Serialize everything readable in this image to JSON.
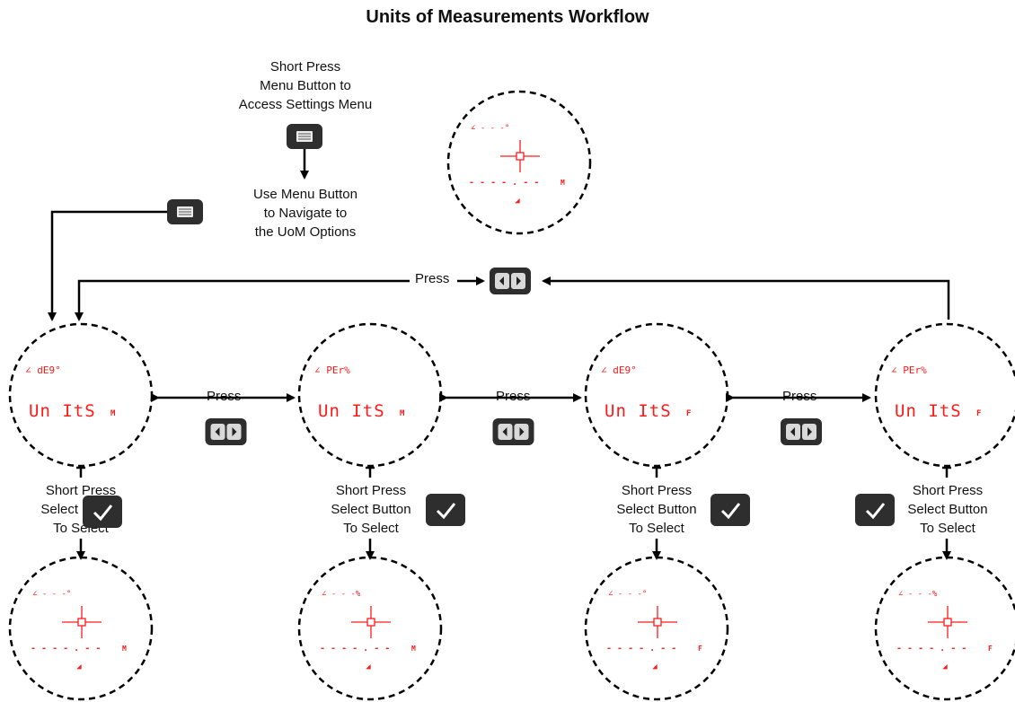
{
  "title": "Units of Measurements Workflow",
  "intro": {
    "step1": [
      "Short Press",
      "Menu Button to",
      "Access Settings Menu"
    ],
    "step2": [
      "Use Menu Button",
      "to Navigate to",
      "the UoM Options"
    ]
  },
  "press_label": "Press",
  "select_label": [
    "Short Press",
    "Select Button",
    "To Select"
  ],
  "colors": {
    "display_red": "#ff1a1a",
    "button_dark": "#2e2e2e",
    "line": "#000000"
  },
  "icons": {
    "menu_button": "menu-button-icon",
    "nav_button": "left-right-button-icon",
    "select_button": "checkmark-button-icon"
  },
  "top_display": {
    "angle": "∠ - - -°",
    "range": "- - - - . - -",
    "unit": "M",
    "marker": "◢"
  },
  "option_displays": [
    {
      "line1": "∠ dE9°",
      "line2": "Un ItS",
      "unit": "M"
    },
    {
      "line1": "∠ PEr%",
      "line2": "Un ItS",
      "unit": "M"
    },
    {
      "line1": "∠ dE9°",
      "line2": "Un ItS",
      "unit": "F"
    },
    {
      "line1": "∠ PEr%",
      "line2": "Un ItS",
      "unit": "F"
    }
  ],
  "result_displays": [
    {
      "angle": "∠ - - -°",
      "range": "- - - - . - -",
      "unit": "M",
      "marker": "◢"
    },
    {
      "angle": "∠ - - -%",
      "range": "- - - - . - -",
      "unit": "M",
      "marker": "◢"
    },
    {
      "angle": "∠ - - -°",
      "range": "- - - - . - -",
      "unit": "F",
      "marker": "◢"
    },
    {
      "angle": "∠ - - -%",
      "range": "- - - - . - -",
      "unit": "F",
      "marker": "◢"
    }
  ]
}
